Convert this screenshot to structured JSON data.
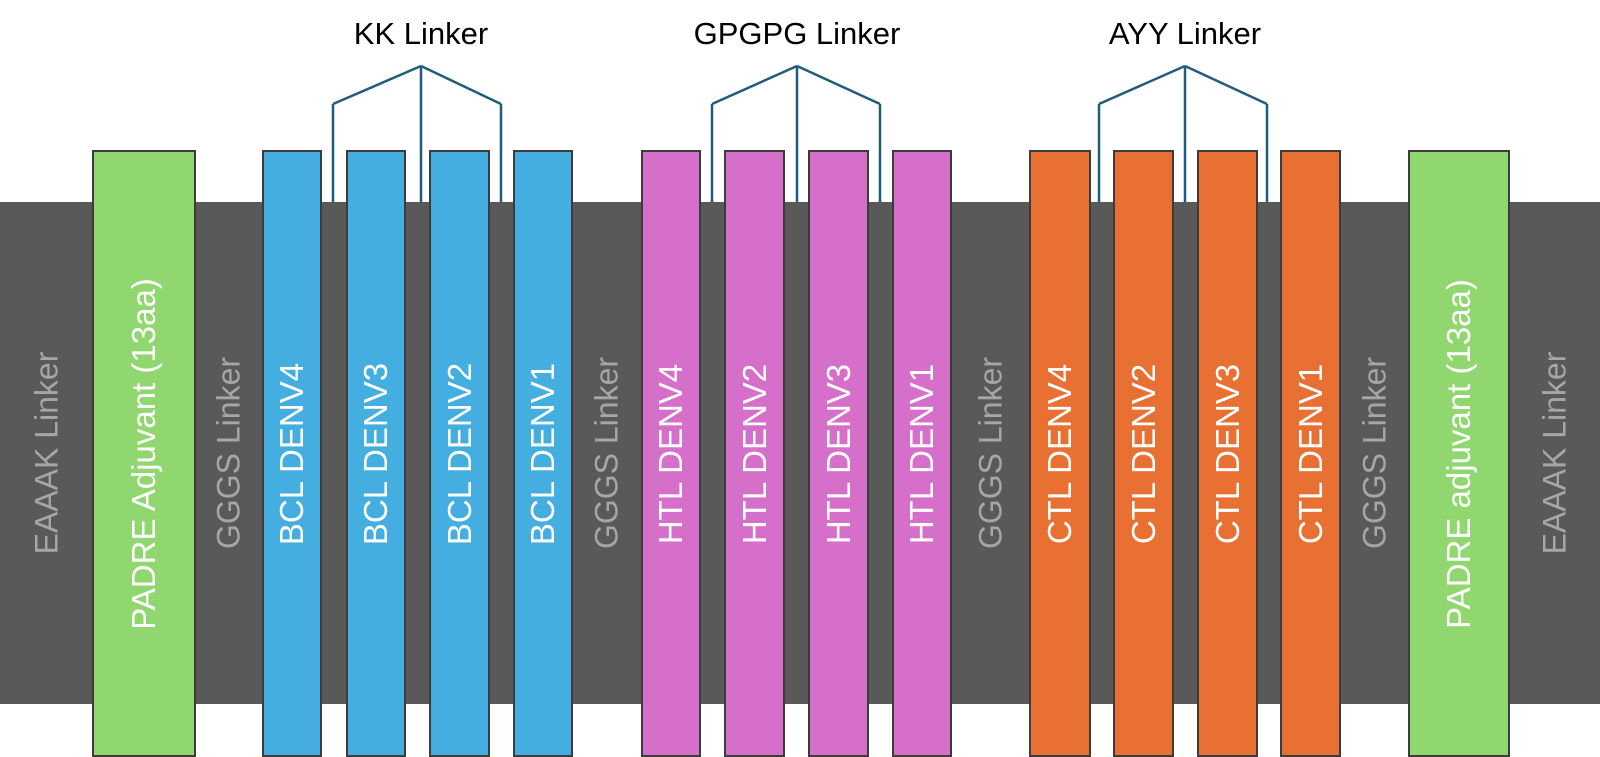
{
  "colors": {
    "backbone": "#595959",
    "padre": "#90d770",
    "bcl": "#44aee0",
    "htl": "#d66fca",
    "ctl": "#e87033",
    "linker_text": "#a6a6a6",
    "bracket": "#1f5d7b"
  },
  "backbone_linkers": {
    "eaaak_left": "EAAAK Linker",
    "gggs_1": "GGGS Linker",
    "gggs_2": "GGGS Linker",
    "gggs_3": "GGGS Linker",
    "gggs_4": "GGGS Linker",
    "eaaak_right": "EAAAK Linker"
  },
  "padre_left": "PADRE Adjuvant (13aa)",
  "padre_right": "PADRE adjuvant (13aa)",
  "bcl": {
    "linker": "KK Linker",
    "epitopes": [
      "BCL  DENV4",
      "BCL DENV3",
      "BCL DENV2",
      "BCL DENV1"
    ]
  },
  "htl": {
    "linker": "GPGPG Linker",
    "epitopes": [
      "HTL DENV4",
      "HTL DENV2",
      "HTL DENV3",
      "HTL DENV1"
    ]
  },
  "ctl": {
    "linker": "AYY Linker",
    "epitopes": [
      "CTL DENV4",
      "CTL DENV2",
      "CTL DENV3",
      "CTL DENV1"
    ]
  }
}
